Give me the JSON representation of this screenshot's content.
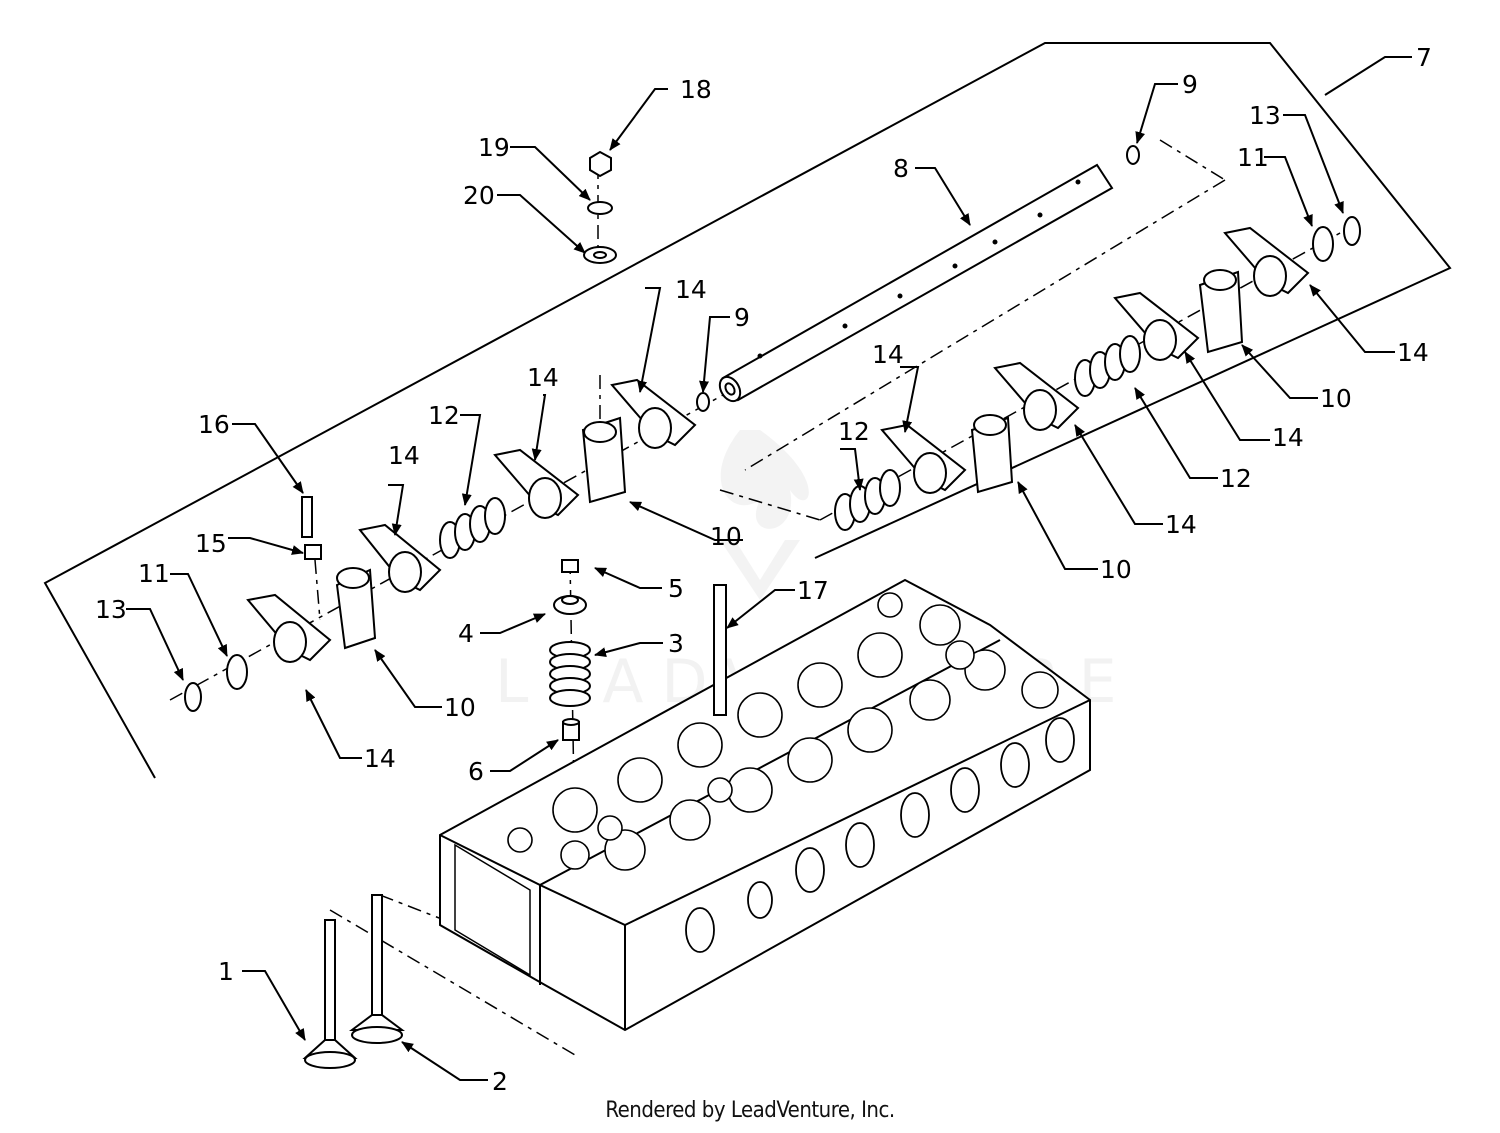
{
  "footer": "Rendered by LeadVenture, Inc.",
  "watermark": "LEADVENTURE",
  "callouts": {
    "c1": "1",
    "c2": "2",
    "c3": "3",
    "c4": "4",
    "c5": "5",
    "c6": "6",
    "c7": "7",
    "c8": "8",
    "c9a": "9",
    "c9b": "9",
    "c10a": "10",
    "c10b": "10",
    "c10c": "10",
    "c10d": "10",
    "c11a": "11",
    "c11b": "11",
    "c12a": "12",
    "c12b": "12",
    "c12c": "12",
    "c13a": "13",
    "c13b": "13",
    "c14a": "14",
    "c14b": "14",
    "c14c": "14",
    "c14d": "14",
    "c14e": "14",
    "c14f": "14",
    "c14g": "14",
    "c14h": "14",
    "c15": "15",
    "c16": "16",
    "c17": "17",
    "c18": "18",
    "c19": "19",
    "c20": "20"
  }
}
